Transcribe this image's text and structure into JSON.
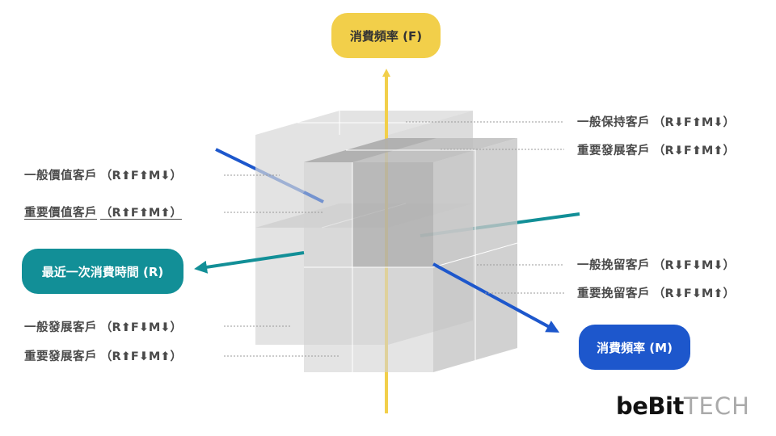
{
  "axes": {
    "f_label": "消費頻率 (F)",
    "r_label": "最近一次消費時間 (R)",
    "m_label": "消費頻率 (M)"
  },
  "segments_left": [
    {
      "name": "一般價值客戶",
      "code": "（R⬆F⬆M⬇）",
      "underlined": false
    },
    {
      "name": "重要價值客戶",
      "code": "（R⬆F⬆M⬆）",
      "underlined": true
    },
    {
      "name": "一般發展客戶",
      "code": "（R⬆F⬇M⬇）",
      "underlined": false
    },
    {
      "name": "重要發展客戶",
      "code": "（R⬆F⬇M⬆）",
      "underlined": false
    }
  ],
  "segments_right": [
    {
      "name": "一般保持客戶",
      "code": "（R⬇F⬆M⬇）"
    },
    {
      "name": "重要發展客戶",
      "code": "（R⬇F⬆M⬆）"
    },
    {
      "name": "一般挽留客戶",
      "code": "（R⬇F⬇M⬇）"
    },
    {
      "name": "重要挽留客戶",
      "code": "（R⬇F⬇M⬆）"
    }
  ],
  "logo": {
    "be_bit": "beBit",
    "tech": "TECH"
  },
  "colors": {
    "f_axis": "#f2cf4a",
    "r_axis": "#128f97",
    "m_axis": "#1d57cc",
    "cube": "#cfcfcf",
    "leader": "#9a9a9a"
  }
}
